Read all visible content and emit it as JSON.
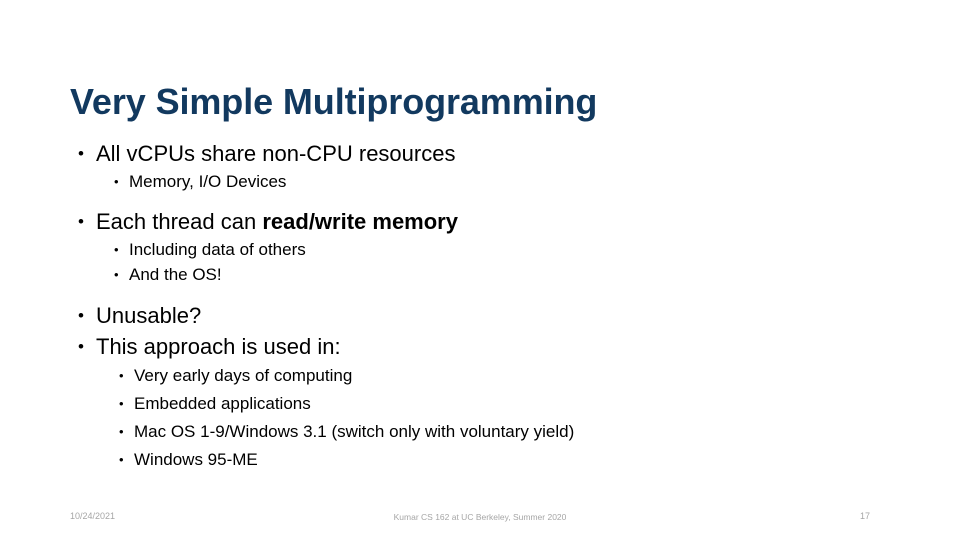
{
  "slide": {
    "title": "Very Simple Multiprogramming",
    "title_color": "#12395F",
    "background_color": "#FFFFFF",
    "body_color": "#000000",
    "bullet_glyph": "•"
  },
  "body": {
    "groups": [
      {
        "level1": [
          {
            "text": "All vCPUs share non-CPU resources"
          }
        ],
        "level2": [
          {
            "text": "Memory, I/O Devices"
          }
        ]
      },
      {
        "level1": [
          {
            "text_before_bold": "Each thread can ",
            "bold": "read/write memory",
            "text_after_bold": ""
          }
        ],
        "level2": [
          {
            "text": "Including data of others"
          },
          {
            "text": "And the OS!"
          }
        ]
      },
      {
        "level1": [
          {
            "text": "Unusable?"
          },
          {
            "text": "This approach is used in:"
          }
        ],
        "level2deep": [
          {
            "text": "Very early days of computing"
          },
          {
            "text": "Embedded applications"
          },
          {
            "text": "Mac OS 1-9/Windows 3.1 (switch only with voluntary yield)"
          },
          {
            "text": "Windows 95-ME"
          }
        ]
      }
    ]
  },
  "footer": {
    "date": "10/24/2021",
    "attribution": "Kumar CS 162 at UC Berkeley, Summer 2020",
    "page_number": "17",
    "color": "#A6A6A6"
  }
}
